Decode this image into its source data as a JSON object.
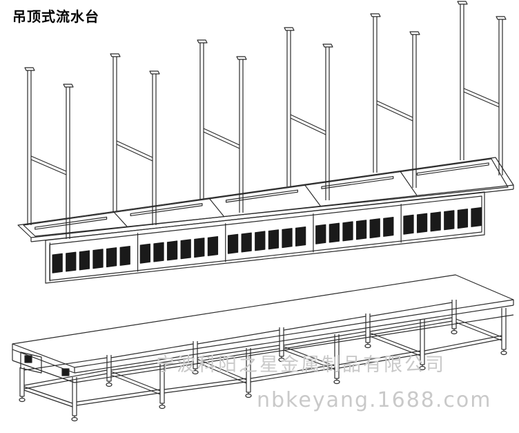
{
  "title": "吊顶式流水台",
  "watermark": {
    "company": "宁波科阳之星金属制品有限公司",
    "url": "nbkeyang.1688.com"
  },
  "colors": {
    "line": "#2b2b2b",
    "slot": "#1a1a1a",
    "watermark": "#c9c9c9"
  }
}
